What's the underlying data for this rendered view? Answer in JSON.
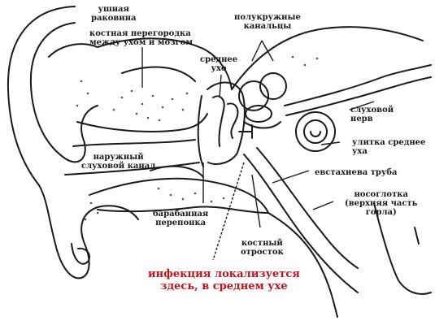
{
  "labels": {
    "pinna": "ушная\nраковина",
    "bony_septum": "костная перегородка\nмежду ухом и мозгом",
    "semicircular_canals": "полукружные\nканальцы",
    "middle_ear": "среднее\nухо",
    "auditory_nerve": "слуховой\nнерв",
    "cochlea": "улитка среднее\nуха",
    "external_canal": "наружный\nслуховой канал",
    "eustachian_tube": "евстахиева труба",
    "nasopharynx": "носоглотка\n(верхняя часть\nгорла)",
    "eardrum": "барабанная\nперепонка",
    "bony_process": "костный\nотросток",
    "infection_note": "инфекция локализуется\nздесь, в среднем ухе"
  },
  "colors": {
    "line": "#1a1a1a",
    "accent_text": "#c0141c",
    "stipple": "#555555"
  }
}
